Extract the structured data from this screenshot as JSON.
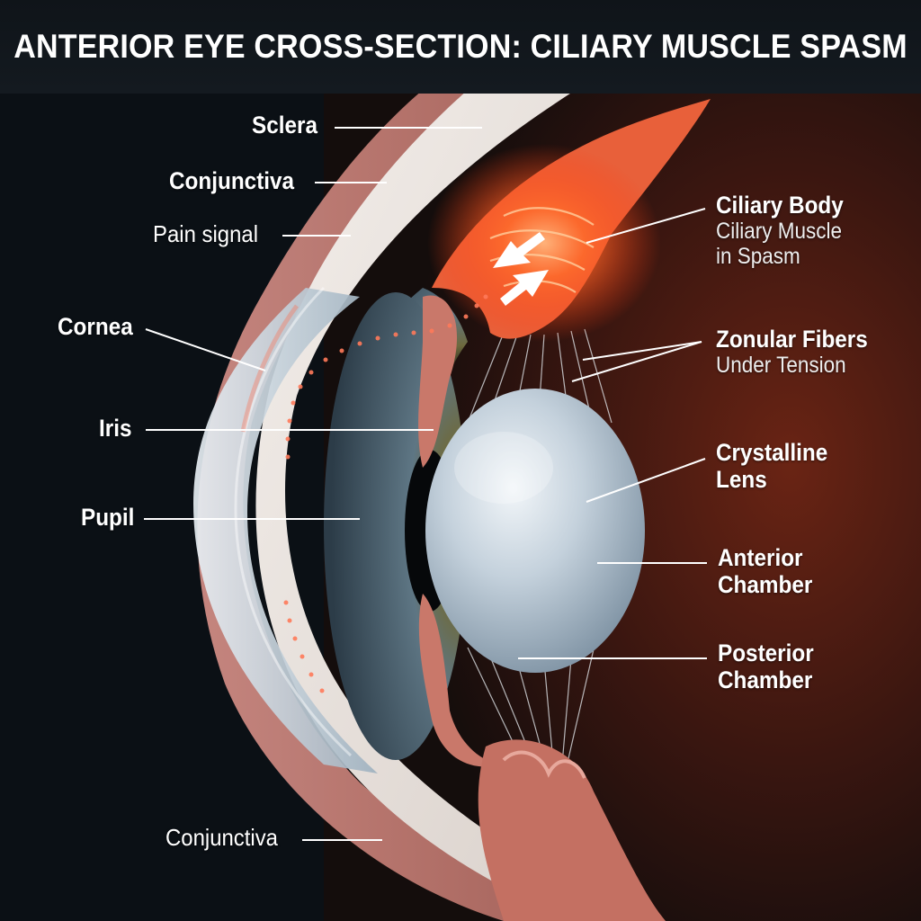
{
  "title": "ANTERIOR EYE CROSS-SECTION: CILIARY MUSCLE SPASM",
  "labels": {
    "sclera": "Sclera",
    "conjunctiva_top": "Conjunctiva",
    "pain_signal": "Pain signal",
    "cornea": "Cornea",
    "iris": "Iris",
    "pupil": "Pupil",
    "conjunctiva_bottom": "Conjunctiva",
    "ciliary_body": "Ciliary Body",
    "ciliary_muscle_line1": "Ciliary Muscle",
    "ciliary_muscle_line2": "in Spasm",
    "zonular_fibers": "Zonular Fibers",
    "under_tension": "Under Tension",
    "lens_line1": "Crystalline",
    "lens_line2": "Lens",
    "anterior_line1": "Anterior",
    "anterior_line2": "Chamber",
    "posterior_line1": "Posterior",
    "posterior_line2": "Chamber"
  },
  "colors": {
    "background": "#0b1015",
    "text": "#ffffff",
    "spasm_glow": "#ff5a1e",
    "tissue": "#c97b6c",
    "lens": "#b8c6d2",
    "iris": "#5b7380"
  }
}
